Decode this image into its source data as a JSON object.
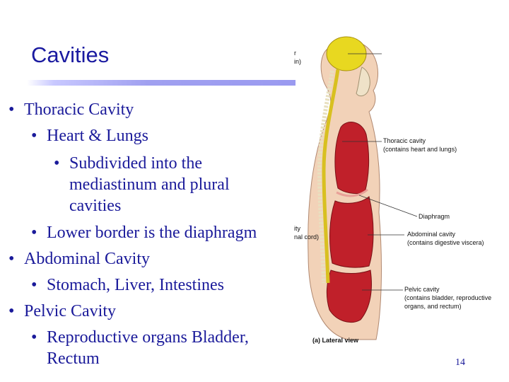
{
  "slide": {
    "title": "Cavities",
    "page_number": "14"
  },
  "bullets": [
    {
      "level": 1,
      "text": "Thoracic Cavity"
    },
    {
      "level": 2,
      "text": "Heart & Lungs"
    },
    {
      "level": 3,
      "text": "Subdivided into the mediastinum and plural cavities"
    },
    {
      "level": 2,
      "text": "Lower border is the diaphragm"
    },
    {
      "level": 1,
      "text": "Abdominal Cavity"
    },
    {
      "level": 2,
      "text": "Stomach, Liver, Intestines"
    },
    {
      "level": 1,
      "text": "Pelvic Cavity"
    },
    {
      "level": 2,
      "text": "Reproductive organs Bladder, Rectum"
    }
  ],
  "figure": {
    "cut_label_1a": "r",
    "cut_label_1b": "in)",
    "cut_label_2a": "ity",
    "cut_label_2b": "nal cord)",
    "thoracic_1": "Thoracic cavity",
    "thoracic_2": "(contains heart and lungs)",
    "diaphragm": "Diaphragm",
    "abdominal_1": "Abdominal cavity",
    "abdominal_2": "(contains digestive viscera)",
    "pelvic_1": "Pelvic cavity",
    "pelvic_2": "(contains bladder, reproductive",
    "pelvic_3": "organs, and rectum)",
    "caption": "(a) Lateral view"
  },
  "colors": {
    "title": "#1a1aa0",
    "text": "#1a1a9a",
    "brain": "#e8d820",
    "cavity": "#c0202a",
    "body": "#f2d2b8"
  }
}
